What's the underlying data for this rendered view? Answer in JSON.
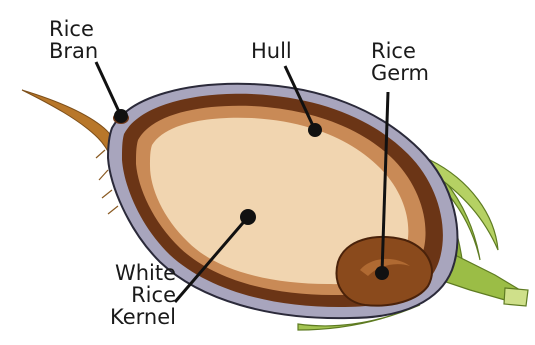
{
  "diagram": {
    "labels": {
      "rice_bran": [
        "Rice",
        "Bran"
      ],
      "hull": "Hull",
      "rice_germ": [
        "Rice",
        "Germ"
      ],
      "white_rice_kernel": [
        "White",
        "Rice",
        "Kernel"
      ]
    },
    "colors": {
      "hull_outer": "#a8a5bd",
      "bran": "#6b3516",
      "kernel_edge": "#c98a56",
      "kernel": "#f1d5b0",
      "germ": "#8a4a1c",
      "stem": "#8fb23a",
      "awn": "#b8772a",
      "line": "#111111"
    }
  }
}
